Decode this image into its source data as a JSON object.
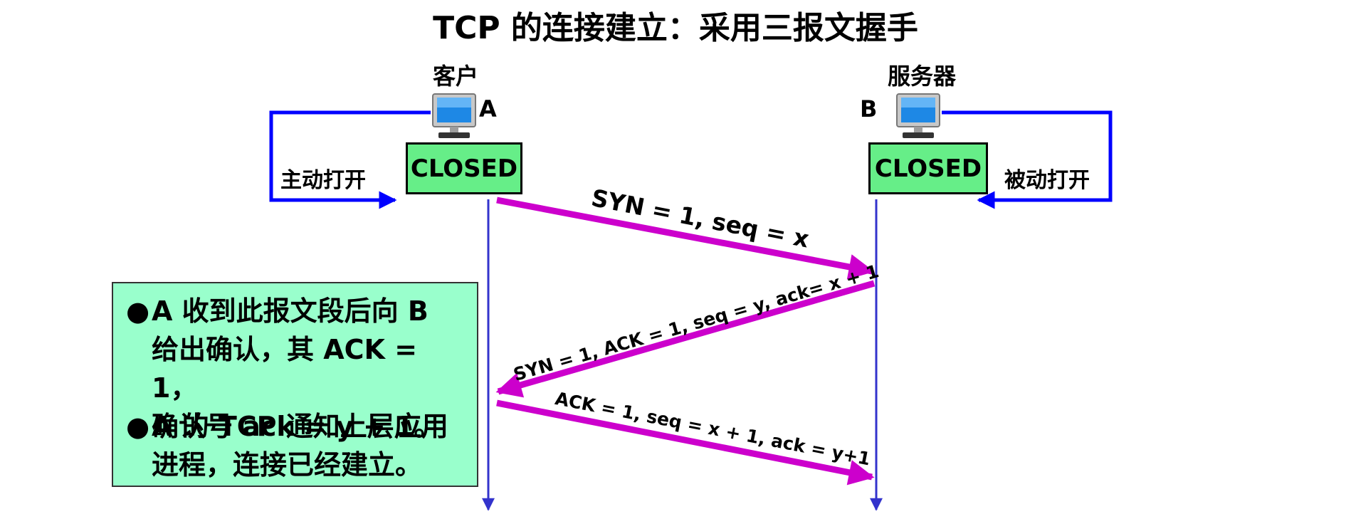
{
  "title": "TCP 的连接建立：采用三报文握手",
  "client": {
    "role": "客户",
    "letter": "A",
    "state": "CLOSED",
    "open_label": "主动打开",
    "icon": "computer-monitor-icon"
  },
  "server": {
    "role": "服务器",
    "letter": "B",
    "state": "CLOSED",
    "open_label": "被动打开",
    "icon": "computer-monitor-icon"
  },
  "messages": [
    {
      "label": "SYN = 1, seq = x",
      "direction": "A-to-B"
    },
    {
      "label": "SYN = 1, ACK = 1, seq = y, ack= x + 1",
      "direction": "B-to-A"
    },
    {
      "label": "ACK = 1, seq = x + 1, ack = y+1",
      "direction": "A-to-B"
    }
  ],
  "note": {
    "items": [
      {
        "bullet": "●",
        "text": "A 收到此报文段后向 B\n给出确认，其 ACK = 1，\n确认号 ack = y + 1。"
      },
      {
        "bullet": "●",
        "text": "A 的 TCP 通知上层应用\n进程，连接已经建立。"
      }
    ]
  },
  "colors": {
    "state_fill": "#66ee88",
    "note_fill": "#99ffcc",
    "message_arrow": "#cc00cc",
    "timeline": "#3333cc",
    "open_arrow": "#0000ff"
  }
}
